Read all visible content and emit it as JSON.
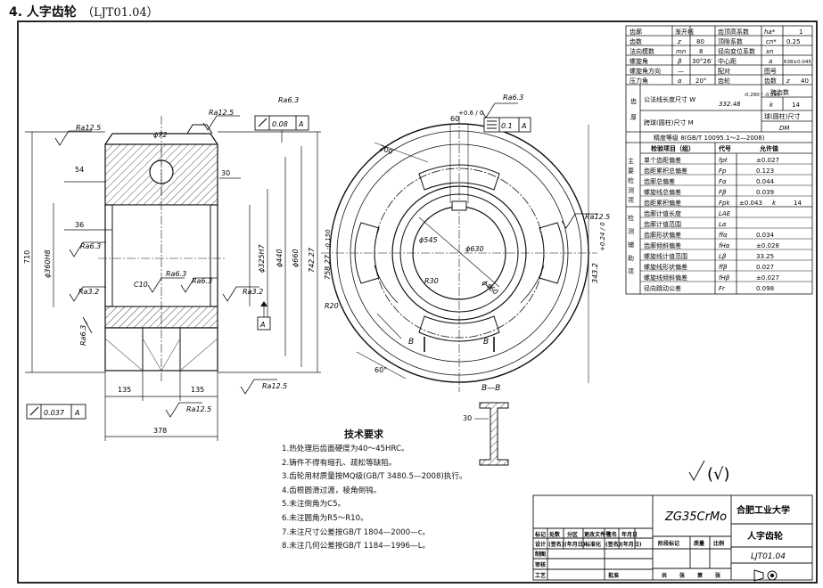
{
  "header": {
    "title": "4. 人字齿轮",
    "code": "（LJT01.04）"
  },
  "left_view": {
    "roughness": [
      "Ra12.5",
      "Ra12.5",
      "Ra6.3",
      "Ra6.3",
      "Ra3.2",
      "Ra6.3",
      "Ra6.3",
      "Ra6.3",
      "Ra3.2",
      "Ra12.5",
      "Ra12.5"
    ],
    "tol_top": {
      "value": "0.08",
      "datum": "A"
    },
    "tol_bottom": {
      "value": "0.037",
      "datum": "A"
    },
    "datum_label": "A",
    "chamfer": "C10",
    "dims": {
      "d72": "ϕ72",
      "d54": "54",
      "d30": "30",
      "d36": "36",
      "d710": "710",
      "d360": "ϕ360H8",
      "d325": "ϕ325H7",
      "d440": "ϕ440",
      "d660": "ϕ660",
      "d742": "742.27",
      "d758": "758.27",
      "d758tol": "-0.150",
      "d135a": "135",
      "d135b": "135",
      "d378": "378"
    }
  },
  "front_view": {
    "top_roughness": "Ra6.3",
    "key_tol": "0.1",
    "key_datum": "A",
    "key_width": "60",
    "key_width_tol": "+0.6 / 0",
    "right_roughness": "Ra12.5",
    "dims": {
      "d200": "200",
      "d545": "ϕ545",
      "d630": "ϕ630",
      "d460": "ϕ460",
      "r30": "R30",
      "r20": "R20",
      "a60": "60°",
      "d343": "343.2",
      "d343tol": "+0.24 / 0"
    },
    "section_mark": "B",
    "section_title": "B—B",
    "section_dim": "30"
  },
  "param_table": {
    "rows": [
      [
        "齿廓",
        "渐开线",
        "齿顶高系数",
        "ha*",
        "1"
      ],
      [
        "齿数",
        "z",
        "80",
        "顶隙系数",
        "cn*",
        "0.25"
      ],
      [
        "法向模数",
        "mn",
        "8",
        "径向变位系数",
        "xn",
        ""
      ],
      [
        "螺旋角",
        "β",
        "30°26′",
        "中心距",
        "a",
        "638±0.045"
      ],
      [
        "螺旋角方向",
        "—",
        "",
        "配对",
        "图号",
        ""
      ],
      [
        "压力角",
        "α",
        "20°",
        "齿轮",
        "齿数",
        "z",
        "40"
      ]
    ],
    "thickness": {
      "label1": "齿",
      "label2": "厚",
      "row1": "公法线长度尺寸 W",
      "row1_val": "332.48",
      "row1_tol": "-0.280 / -0.395",
      "row1_right": "跨齿数",
      "k_label": "k",
      "k_val": "14",
      "row2": "跨球(圆柱)尺寸 M",
      "row2_right": "球(圆柱)尺寸",
      "dm": "DM"
    },
    "accuracy": "精度等级   8(GB/T 10095.1～2—2008)",
    "header": [
      "检验项目（组）",
      "代号",
      "允许值"
    ],
    "main_label": "主要检测项",
    "aux_label": "检测辅助项",
    "items": [
      [
        "单个齿距偏差",
        "fpt",
        "±0.027"
      ],
      [
        "齿距累积总偏差",
        "Fp",
        "0.123"
      ],
      [
        "齿廓总偏差",
        "Fα",
        "0.044"
      ],
      [
        "螺旋线总偏差",
        "Fβ",
        "0.039"
      ],
      [
        "齿距累积偏差",
        "Fpk",
        "±0.043",
        "k",
        "14"
      ],
      [
        "齿廓计值长度",
        "LAE",
        ""
      ],
      [
        "齿廓计值范围",
        "Lα",
        ""
      ],
      [
        "齿廓形状偏差",
        "ffα",
        "0.034"
      ],
      [
        "齿廓倾斜偏差",
        "fHα",
        "±0.028"
      ],
      [
        "螺旋线计值范围",
        "Lβ",
        "33.25"
      ],
      [
        "螺旋线形状偏差",
        "ffβ",
        "0.027"
      ],
      [
        "螺旋线倾斜偏差",
        "fHβ",
        "±0.027"
      ],
      [
        "径向跳动公差",
        "Fr",
        "0.098"
      ]
    ]
  },
  "tech": {
    "title": "技术要求",
    "items": [
      "1.热处理后齿面硬度为40～45HRC。",
      "2.铸件不得有缩孔、疏松等缺陷。",
      "3.齿轮用材质量按MQ级(GB/T 3480.5—2008)执行。",
      "4.齿根圆滑过渡，棱角倒钝。",
      "5.未注倒角为C5。",
      "6.未注圆角为R5～R10。",
      "7.未注尺寸公差按GB/T 1804—2000—c。",
      "8.未注几何公差按GB/T 1184—1996—L。"
    ]
  },
  "general_roughness": "(√)",
  "title_block": {
    "material": "ZG35CrMo",
    "school": "合肥工业大学",
    "part_name": "人字齿轮",
    "drawing_no": "LJT01.04",
    "row1": [
      "标记",
      "处数",
      "分区",
      "更改文件号",
      "签名",
      "年月日"
    ],
    "row2": [
      "设计",
      "(签名)",
      "(年月日)",
      "标准化",
      "(签名)",
      "(年月日)"
    ],
    "stage": [
      "阶段标记",
      "质量",
      "比例"
    ],
    "left_rows": [
      "制图",
      "审核",
      "工艺"
    ],
    "approve": "批准",
    "sheets": [
      "共",
      "张",
      "第",
      "张"
    ]
  }
}
